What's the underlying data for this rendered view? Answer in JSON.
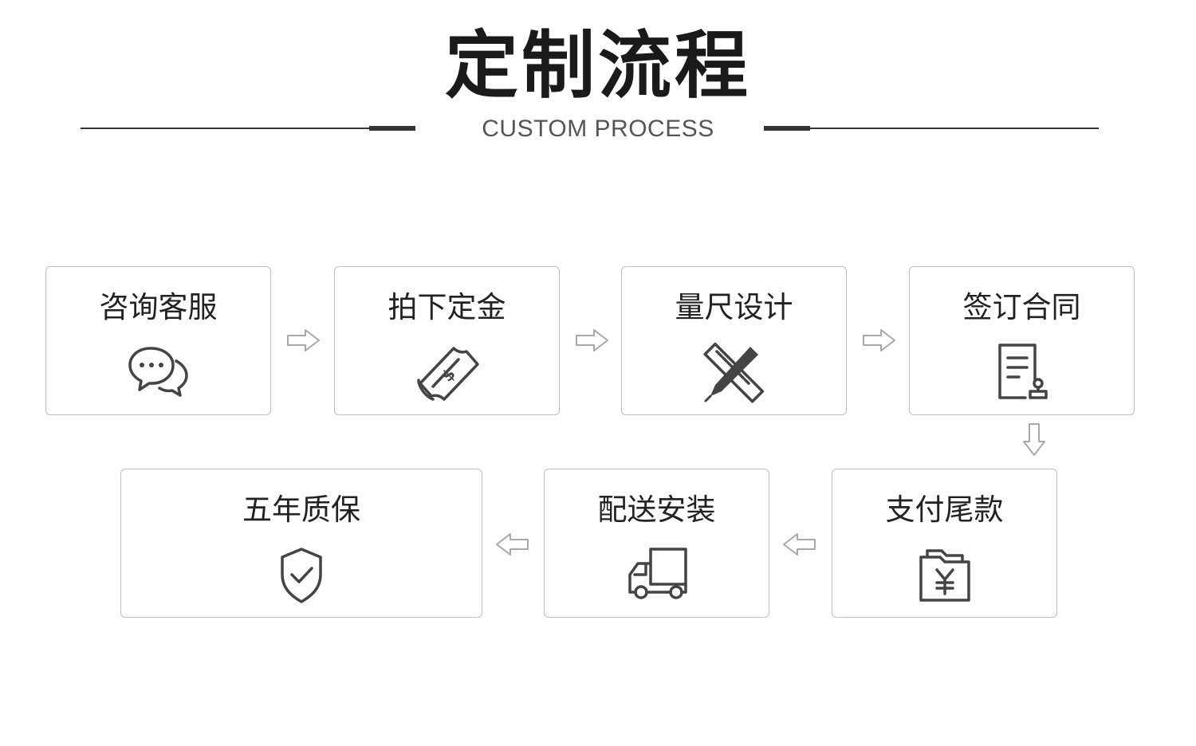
{
  "header": {
    "title": "定制流程",
    "subtitle": "CUSTOM PROCESS"
  },
  "steps": [
    {
      "label": "咨询客服",
      "icon": "chat-bubbles-icon"
    },
    {
      "label": "拍下定金",
      "icon": "money-bill-icon"
    },
    {
      "label": "量尺设计",
      "icon": "ruler-pen-icon"
    },
    {
      "label": "签订合同",
      "icon": "contract-seal-icon"
    },
    {
      "label": "支付尾款",
      "icon": "yen-folder-icon"
    },
    {
      "label": "配送安装",
      "icon": "delivery-truck-icon"
    },
    {
      "label": "五年质保",
      "icon": "shield-check-icon"
    }
  ],
  "colors": {
    "text": "#222222",
    "border": "#bdbdbd",
    "icon": "#444444",
    "arrow": "#a8a8a8",
    "divider": "#333333"
  }
}
